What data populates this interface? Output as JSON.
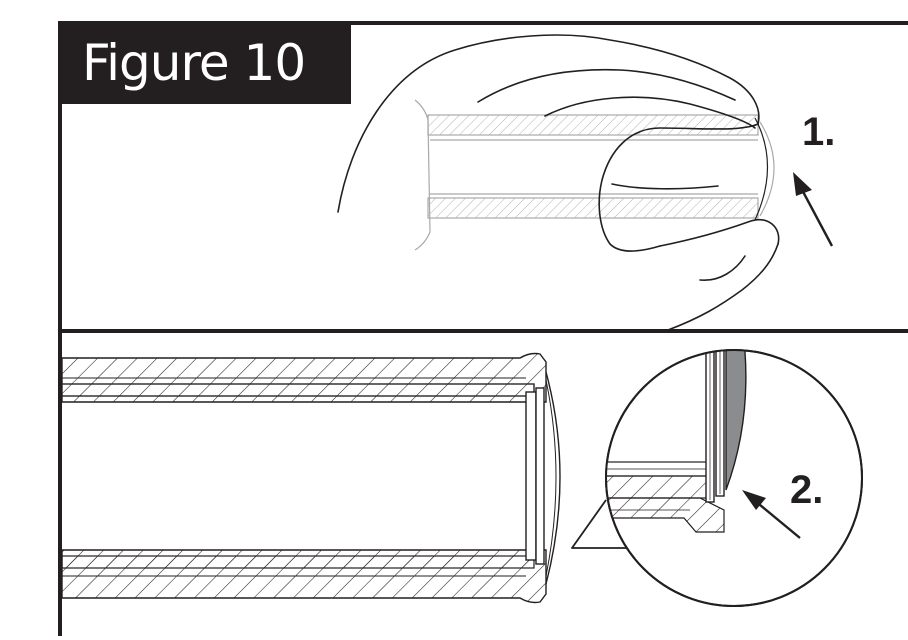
{
  "figure": {
    "title": "Figure 10"
  },
  "steps": [
    {
      "label": "1."
    },
    {
      "label": "2."
    }
  ],
  "colors": {
    "ink": "#231f20",
    "hatch": "#231f20",
    "faint": "#a7a9ac",
    "fill_gray": "#8a8c8e"
  }
}
